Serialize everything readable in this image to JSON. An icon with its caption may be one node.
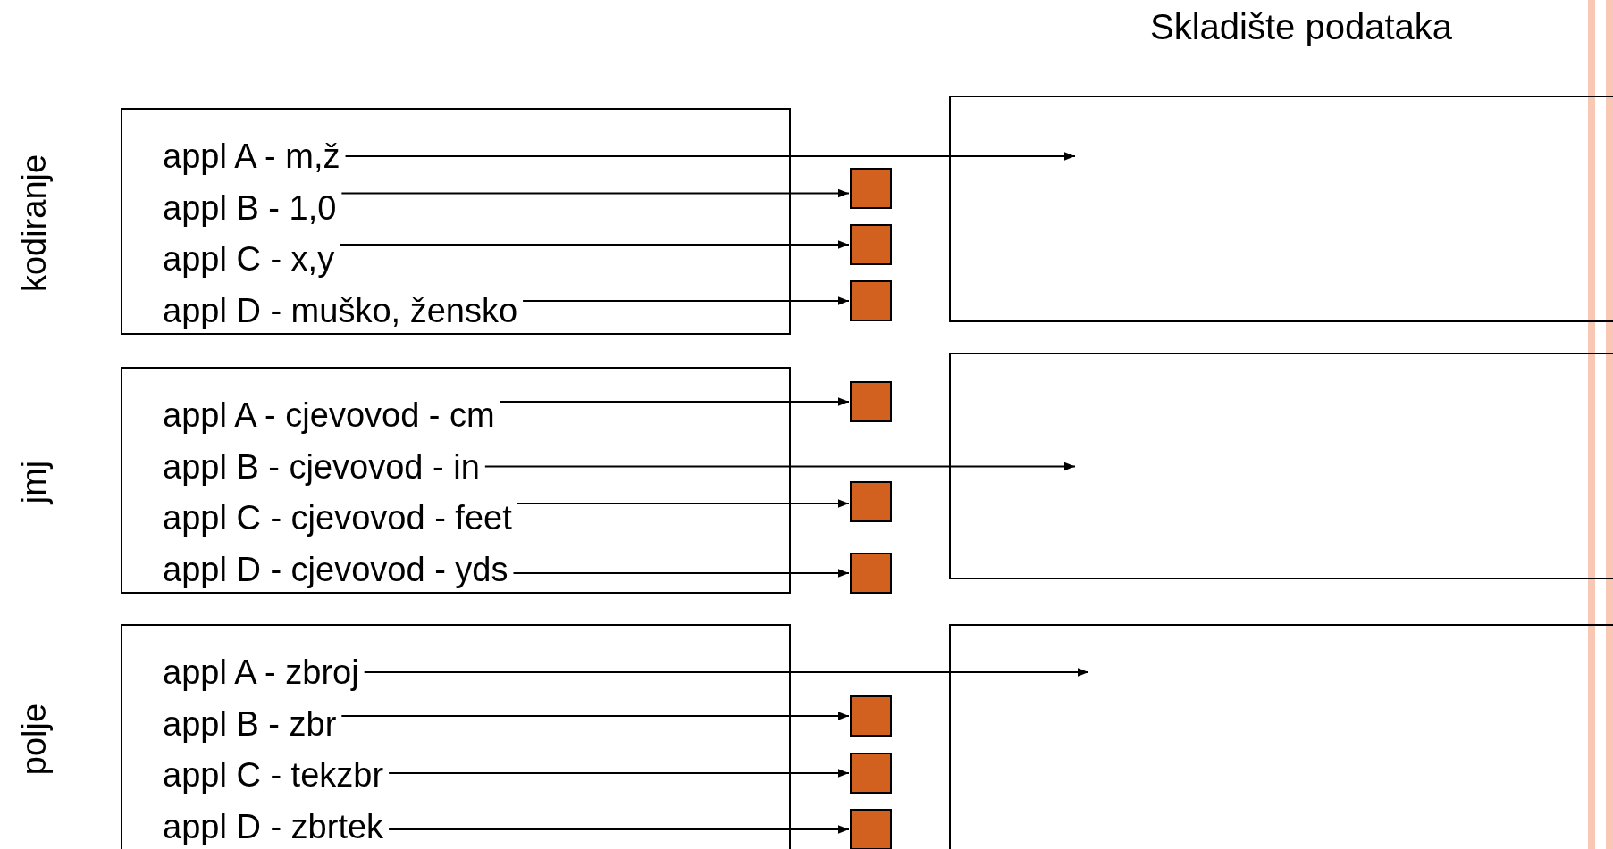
{
  "diagram": {
    "title": "Skladište podataka",
    "nodes": [
      {
        "text": [
          "kodiranje"
        ]
      },
      {
        "text": [
          "appl A - m,ž"
        ],
        "in": 0
      },
      {
        "text": [
          "appl B - 1,0"
        ],
        "in": 0
      },
      {
        "text": [
          "appl C - x,y"
        ],
        "in": 0
      },
      {
        "text": [
          "appl D - muško, žensko"
        ],
        "in": 0
      },
      {
        "text": [],
        "shape": "box"
      },
      {
        "text": [],
        "shape": "box"
      },
      {
        "text": [],
        "shape": "box"
      },
      {
        "text": [],
        "shape": "box"
      },
      {
        "text": [
          "jmj"
        ]
      },
      {
        "text": [
          "appl A - cjevovod - cm"
        ],
        "in": 9
      },
      {
        "text": [
          "appl B - cjevovod - in"
        ],
        "in": 9
      },
      {
        "text": [
          "appl C - cjevovod - feet"
        ],
        "in": 9
      },
      {
        "text": [
          "appl D - cjevovod - yds"
        ],
        "in": 9
      },
      {
        "text": [],
        "shape": "box"
      },
      {
        "text": [],
        "shape": "box"
      },
      {
        "text": [],
        "shape": "box"
      },
      {
        "text": [],
        "shape": "box"
      },
      {
        "text": [
          "polje"
        ]
      },
      {
        "text": [
          "appl A - zbroj"
        ],
        "in": 18
      },
      {
        "text": [
          "appl B - zbr"
        ],
        "in": 18
      },
      {
        "text": [
          "appl C - tekzbr"
        ],
        "in": 18
      },
      {
        "text": [
          "appl D - zbrtek"
        ],
        "in": 18
      },
      {
        "text": [],
        "shape": "box"
      },
      {
        "text": [],
        "shape": "box"
      },
      {
        "text": [],
        "shape": "box"
      },
      {
        "text": [],
        "shape": "box"
      }
    ],
    "edges": [
      {
        "from": 1,
        "to": 8,
        "arrow": "to"
      },
      {
        "from": 2,
        "to": 5,
        "arrow": "to"
      },
      {
        "from": 3,
        "to": 6,
        "arrow": "to"
      },
      {
        "from": 4,
        "to": 7,
        "arrow": "to"
      },
      {
        "from": 10,
        "to": 14,
        "arrow": "to"
      },
      {
        "from": 11,
        "to": 17,
        "arrow": "to"
      },
      {
        "from": 12,
        "to": 15,
        "arrow": "to"
      },
      {
        "from": 13,
        "to": 16,
        "arrow": "to"
      },
      {
        "from": 19,
        "to": 26,
        "arrow": "to"
      },
      {
        "from": 20,
        "to": 23,
        "arrow": "to"
      },
      {
        "from": 21,
        "to": 24,
        "arrow": "to"
      },
      {
        "from": 22,
        "to": 25,
        "arrow": "to"
      }
    ]
  }
}
